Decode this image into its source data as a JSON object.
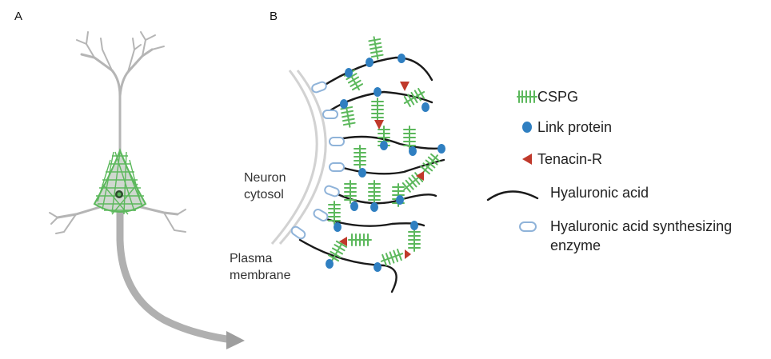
{
  "panels": {
    "a_label": "A",
    "b_label": "B"
  },
  "labels": {
    "neuron_cytosol": "Neuron\ncytosol",
    "plasma_membrane": "Plasma\nmembrane"
  },
  "legend": {
    "items": [
      {
        "key": "cspg",
        "label": "CSPG",
        "icon": "cspg-icon",
        "color": "#5cb85c"
      },
      {
        "key": "link",
        "label": "Link protein",
        "icon": "link-protein-icon",
        "color": "#2f7fc1"
      },
      {
        "key": "tenacin",
        "label": "Tenacin-R",
        "icon": "tenacin-r-icon",
        "color": "#c0392b"
      },
      {
        "key": "ha",
        "label": "Hyaluronic acid",
        "icon": "hyaluronic-acid-icon",
        "color": "#1a1a1a"
      },
      {
        "key": "has",
        "label": "Hyaluronic acid synthesizing\nenzyme",
        "icon": "ha-synthesizing-enzyme-icon",
        "color": "#8fb3d9"
      }
    ]
  },
  "colors": {
    "neuron_gray": "#b5b5b5",
    "perineuronal_net_green": "#5cb85c",
    "membrane_gray": "#c8c8c8"
  }
}
